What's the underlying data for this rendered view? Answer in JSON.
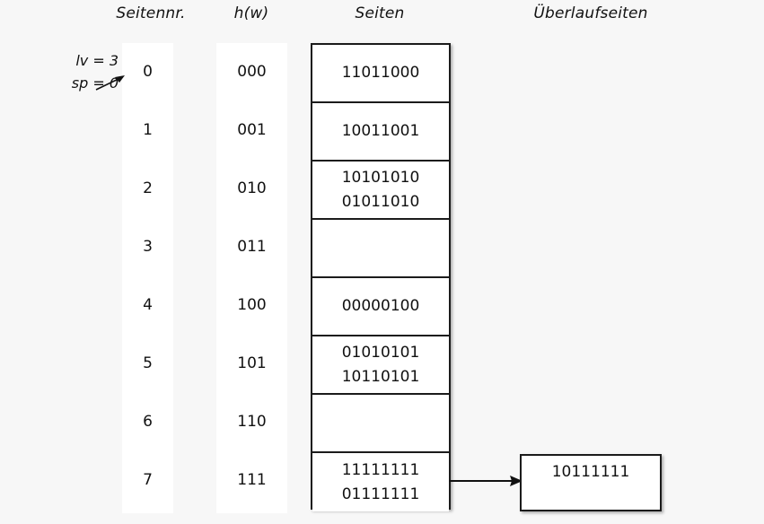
{
  "headers": {
    "seitennr": "Seitennr.",
    "hw": "h(w)",
    "seiten": "Seiten",
    "ueberlaufseiten": "Überlaufseiten"
  },
  "annotation": {
    "lv": "lv = 3",
    "sp": "sp = 0",
    "arrow_icon": "arrow-right-icon"
  },
  "rows": [
    {
      "index": "0",
      "hash": "000",
      "lines": [
        "11011000"
      ]
    },
    {
      "index": "1",
      "hash": "001",
      "lines": [
        "10011001"
      ]
    },
    {
      "index": "2",
      "hash": "010",
      "lines": [
        "10101010",
        "01011010"
      ]
    },
    {
      "index": "3",
      "hash": "011",
      "lines": []
    },
    {
      "index": "4",
      "hash": "100",
      "lines": [
        "00000100"
      ]
    },
    {
      "index": "5",
      "hash": "101",
      "lines": [
        "01010101",
        "10110101"
      ]
    },
    {
      "index": "6",
      "hash": "110",
      "lines": []
    },
    {
      "index": "7",
      "hash": "111",
      "lines": [
        "11111111",
        "01111111"
      ]
    }
  ],
  "overflow": {
    "value": "10111111",
    "arrow_icon": "arrow-right-icon",
    "source_row_index": "7"
  },
  "colors": {
    "background": "#f7f7f7",
    "strip": "#ffffff",
    "border": "#1b1b1b",
    "text": "#111111"
  }
}
